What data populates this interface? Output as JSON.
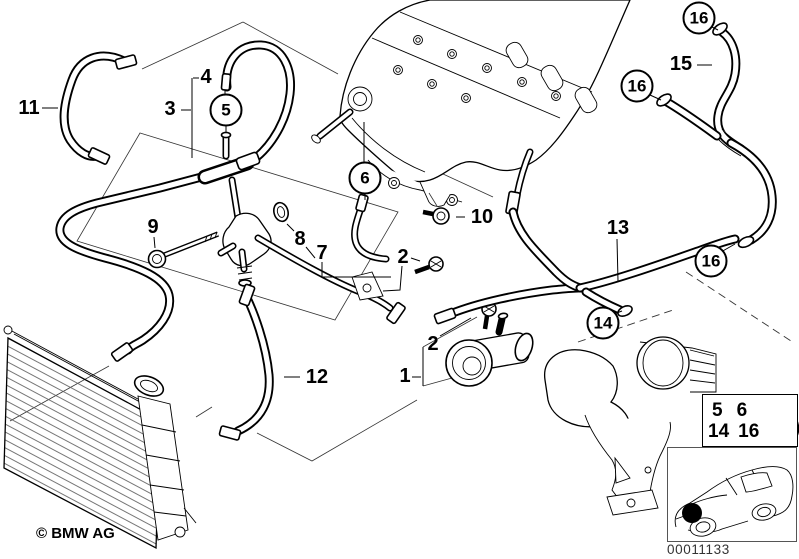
{
  "diagram": {
    "copyright": "© BMW AG",
    "image_id": "00011133",
    "background_color": "#ffffff",
    "line_color": "#000000",
    "callouts": [
      {
        "id": "11",
        "label": "11",
        "circled": false
      },
      {
        "id": "4",
        "label": "4",
        "circled": false
      },
      {
        "id": "3",
        "label": "3",
        "circled": false
      },
      {
        "id": "5",
        "label": "5",
        "circled": true
      },
      {
        "id": "6",
        "label": "6",
        "circled": true
      },
      {
        "id": "9",
        "label": "9",
        "circled": false
      },
      {
        "id": "8",
        "label": "8",
        "circled": false
      },
      {
        "id": "7",
        "label": "7",
        "circled": false
      },
      {
        "id": "10",
        "label": "10",
        "circled": false
      },
      {
        "id": "2a",
        "label": "2",
        "circled": false
      },
      {
        "id": "2b",
        "label": "2",
        "circled": false
      },
      {
        "id": "1",
        "label": "1",
        "circled": false
      },
      {
        "id": "12",
        "label": "12",
        "circled": false
      },
      {
        "id": "13",
        "label": "13",
        "circled": false
      },
      {
        "id": "15",
        "label": "15",
        "circled": false
      },
      {
        "id": "16a",
        "label": "16",
        "circled": true
      },
      {
        "id": "16b",
        "label": "16",
        "circled": true
      },
      {
        "id": "16c",
        "label": "16",
        "circled": true
      },
      {
        "id": "14",
        "label": "14",
        "circled": true
      }
    ],
    "legend": {
      "items_row1": [
        "5",
        "6"
      ],
      "items_row2": [
        "14",
        "16"
      ],
      "icon": "hose-clamp-icon"
    },
    "car_inset": {
      "icon": "car-location-inset",
      "marker_color": "#000000"
    }
  }
}
